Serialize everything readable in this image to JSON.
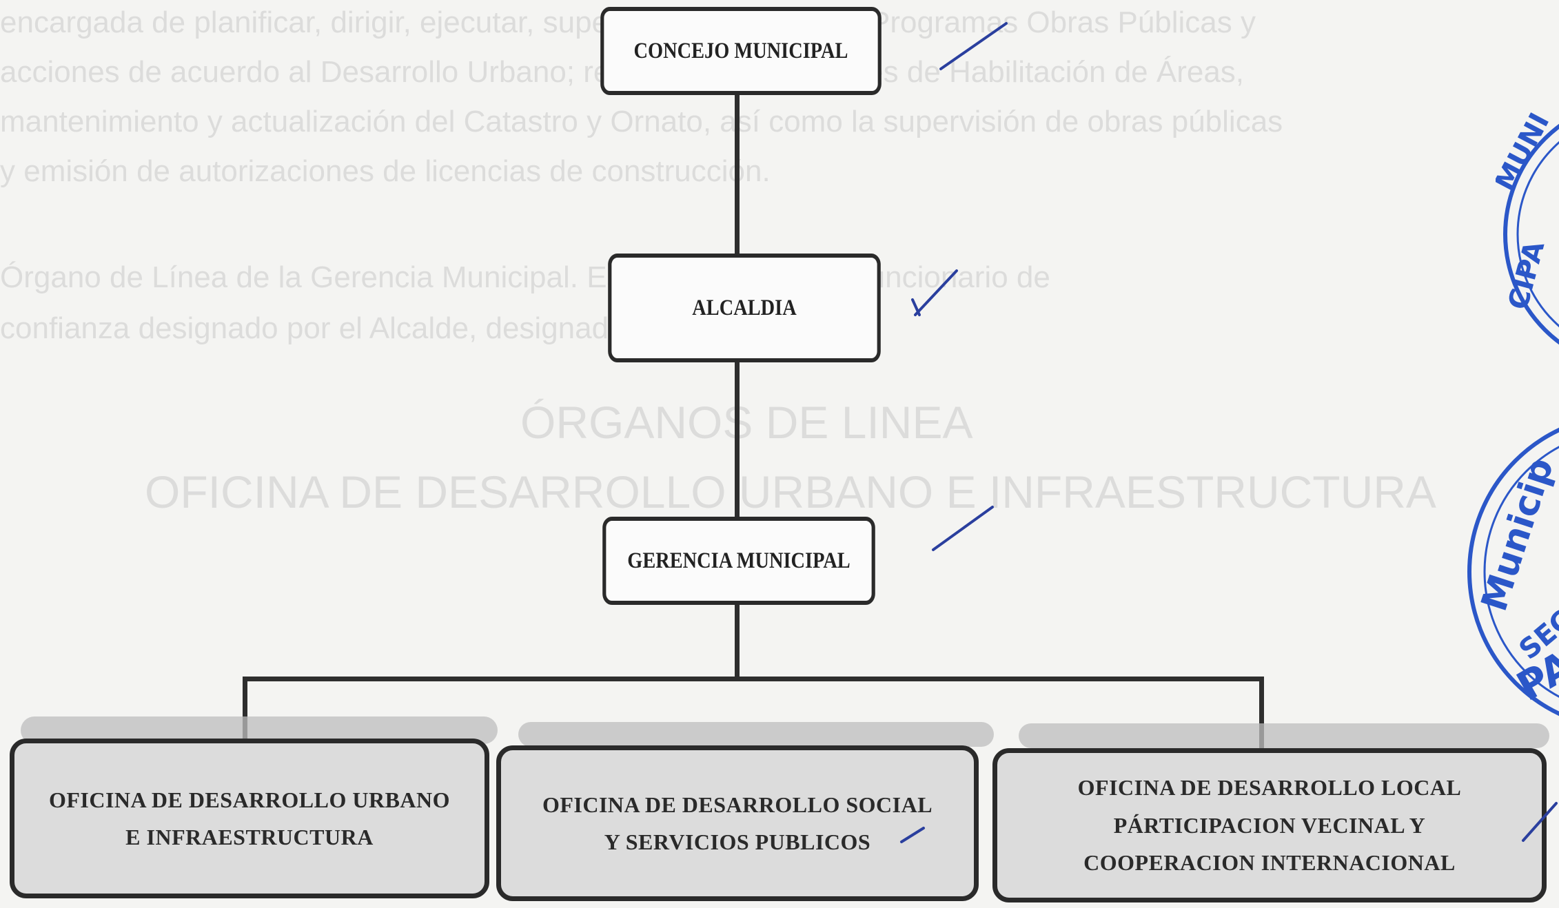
{
  "background_text": {
    "lines": [
      "encargada de planificar, dirigir, ejecutar, supervisar y evaluar los Programas Obras Públicas y",
      "acciones de acuerdo al Desarrollo Urbano; realizando las acciones de Habilitación de Áreas,",
      "mantenimiento y actualización del Catastro y Ornato, así como la supervisión de obras públicas",
      "y emisión de autorizaciones de licencias de construcción.",
      "",
      "Órgano de Línea de la Gerencia Municipal. Está a cargo de un Funcionario de",
      "confianza designado por el Alcalde, designado por el Alcalde."
    ],
    "heading_1": "ÓRGANOS DE LINEA",
    "heading_2": "OFICINA DE DESARROLLO URBANO E INFRAESTRUCTURA"
  },
  "org_chart": {
    "level_1": "CONCEJO MUNICIPAL",
    "level_2": "ALCALDIA",
    "level_3": "GERENCIA MUNICIPAL",
    "offices": [
      {
        "line1": "OFICINA DE DESARROLLO URBANO",
        "line2": "E INFRAESTRUCTURA",
        "line3": ""
      },
      {
        "line1": "OFICINA DE DESARROLLO SOCIAL",
        "line2": "Y SERVICIOS PUBLICOS",
        "line3": ""
      },
      {
        "line1": "OFICINA DE DESARROLLO LOCAL",
        "line2": "PÁRTICIPACION VECINAL Y",
        "line3": "COOPERACION INTERNACIONAL"
      }
    ]
  },
  "stamps": {
    "upper": "MUNICIPAL",
    "lower_1": "Municip",
    "lower_2": "SEC",
    "lower_3": "PA"
  },
  "colors": {
    "line": "#2e2e2e",
    "box_border": "#2a2a2a",
    "office_fill": "#dcdcdc",
    "stamp_blue": "#2b57c8",
    "pen_mark": "#2a3f9e"
  }
}
